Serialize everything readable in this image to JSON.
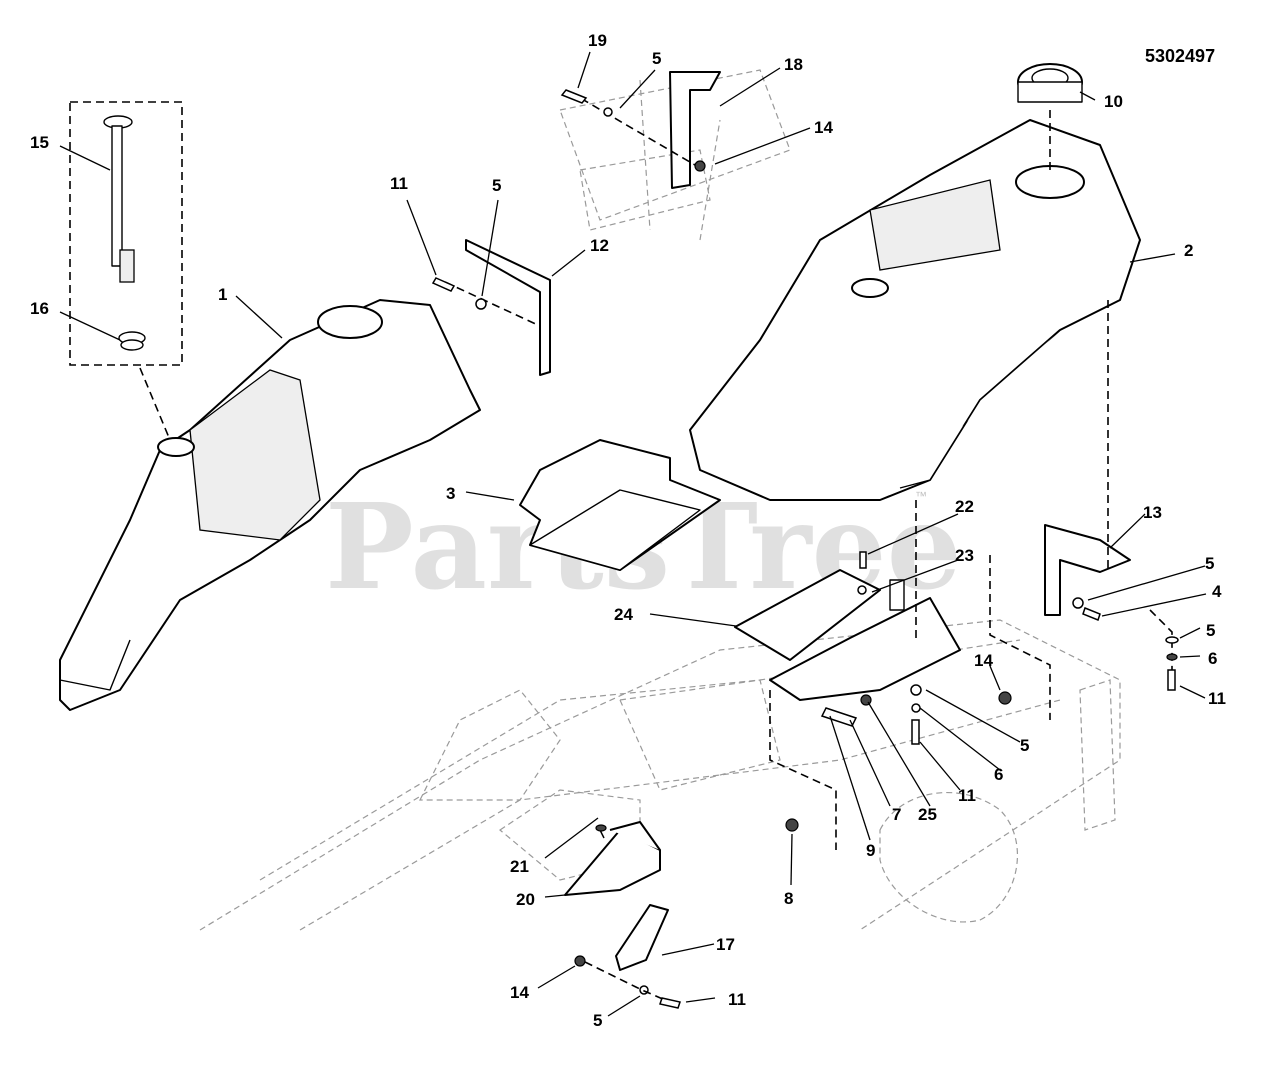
{
  "diagram_id": "5302497",
  "watermark": "PartsTree",
  "watermark_mark": "™",
  "callouts": [
    {
      "label": "19"
    },
    {
      "label": "5"
    },
    {
      "label": "18"
    },
    {
      "label": "14"
    },
    {
      "label": "10"
    },
    {
      "label": "15"
    },
    {
      "label": "11"
    },
    {
      "label": "5"
    },
    {
      "label": "12"
    },
    {
      "label": "2"
    },
    {
      "label": "1"
    },
    {
      "label": "16"
    },
    {
      "label": "3"
    },
    {
      "label": "22"
    },
    {
      "label": "13"
    },
    {
      "label": "23"
    },
    {
      "label": "5"
    },
    {
      "label": "4"
    },
    {
      "label": "24"
    },
    {
      "label": "5"
    },
    {
      "label": "6"
    },
    {
      "label": "14"
    },
    {
      "label": "11"
    },
    {
      "label": "5"
    },
    {
      "label": "6"
    },
    {
      "label": "11"
    },
    {
      "label": "7"
    },
    {
      "label": "25"
    },
    {
      "label": "9"
    },
    {
      "label": "21"
    },
    {
      "label": "8"
    },
    {
      "label": "20"
    },
    {
      "label": "17"
    },
    {
      "label": "14"
    },
    {
      "label": "11"
    },
    {
      "label": "5"
    }
  ]
}
